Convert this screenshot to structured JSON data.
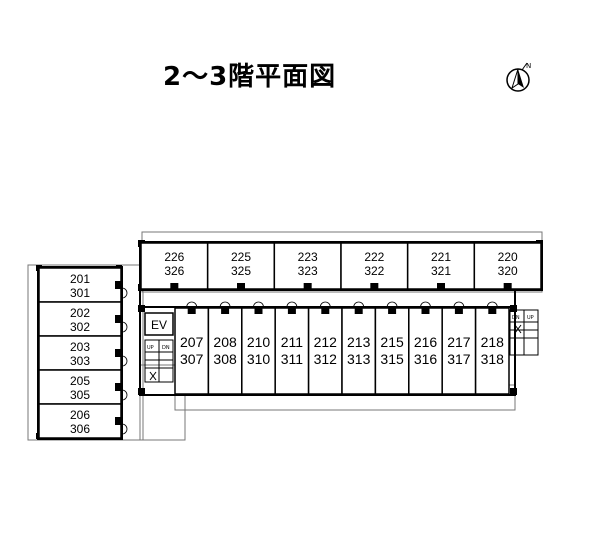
{
  "title": "2〜3階平面図",
  "compass": {
    "icon": "north-arrow-icon",
    "label": "N"
  },
  "elevator_label": "EV",
  "stairs": {
    "up": "UP",
    "down": "DN"
  },
  "rows": {
    "north": [
      {
        "top": "226",
        "bottom": "326"
      },
      {
        "top": "225",
        "bottom": "325"
      },
      {
        "top": "223",
        "bottom": "323"
      },
      {
        "top": "222",
        "bottom": "322"
      },
      {
        "top": "221",
        "bottom": "321"
      },
      {
        "top": "220",
        "bottom": "320"
      }
    ],
    "south": [
      {
        "top": "207",
        "bottom": "307"
      },
      {
        "top": "208",
        "bottom": "308"
      },
      {
        "top": "210",
        "bottom": "310"
      },
      {
        "top": "211",
        "bottom": "311"
      },
      {
        "top": "212",
        "bottom": "312"
      },
      {
        "top": "213",
        "bottom": "313"
      },
      {
        "top": "215",
        "bottom": "315"
      },
      {
        "top": "216",
        "bottom": "316"
      },
      {
        "top": "217",
        "bottom": "317"
      },
      {
        "top": "218",
        "bottom": "318"
      }
    ],
    "west": [
      {
        "top": "201",
        "bottom": "301"
      },
      {
        "top": "202",
        "bottom": "302"
      },
      {
        "top": "203",
        "bottom": "303"
      },
      {
        "top": "205",
        "bottom": "305"
      },
      {
        "top": "206",
        "bottom": "306"
      }
    ]
  }
}
